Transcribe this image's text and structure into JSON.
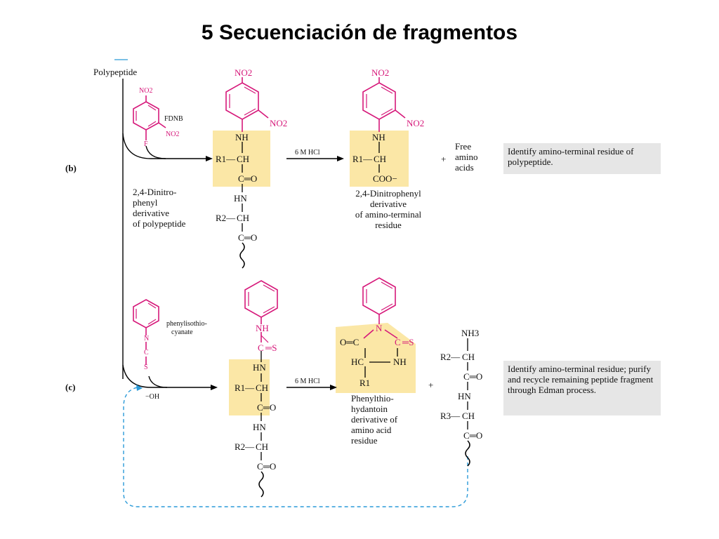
{
  "title": "5 Secuenciación de fragmentos",
  "panel_b": {
    "label": "(b)",
    "polypeptide": "Polypeptide",
    "reagent": "FDNB",
    "reagent_no2_top": "NO2",
    "reagent_no2_side": "NO2",
    "reagent_f": "F",
    "derivative_label": [
      "2,4-Dinitro-",
      "phenyl",
      "derivative",
      "of polypeptide"
    ],
    "acid": "6 M HCl",
    "plus": "+",
    "free_amino_acids": [
      "Free",
      "amino",
      "acids"
    ],
    "product_label": [
      "2,4-Dinitrophenyl",
      "derivative",
      "of amino-terminal",
      "residue"
    ],
    "note": "Identify amino-terminal residue of polypeptide.",
    "struct": {
      "no2_top": "NO2",
      "no2_side": "NO2",
      "nh": "NH",
      "r1": "R1—",
      "ch": "CH",
      "co": "C═O",
      "hn": "HN",
      "r2": "R2—",
      "ch2": "CH",
      "co2": "C═O",
      "coo": "COO−"
    }
  },
  "panel_c": {
    "label": "(c)",
    "reagent": [
      "phenylisothio-",
      "cyanate"
    ],
    "n": "N",
    "c": "C",
    "s": "S",
    "oh": "−OH",
    "acid": "6 M HCl",
    "plus": "+",
    "pth_label": [
      "Phenylthio-",
      "hydantoin",
      "derivative of",
      "amino acid",
      "residue"
    ],
    "note": "Identify amino-terminal residue; purify and recycle remaining peptide fragment through Edman process.",
    "struct": {
      "nh_pink": "NH",
      "c_pink": "C",
      "s_pink": "═S",
      "hn": "HN",
      "r1": "R1—",
      "ch": "CH",
      "co": "C═O",
      "hn2": "HN",
      "r2": "R2—",
      "ch2": "CH",
      "co2": "C═O",
      "pth_n": "N",
      "pth_c": "C",
      "pth_s": "═S",
      "pth_oc": "O═C",
      "pth_hc": "HC",
      "pth_nh": "NH",
      "pth_r1": "R1",
      "nh3": "NH3",
      "r2b": "R2—",
      "chb": "CH",
      "cob": "C═O",
      "hnb": "HN",
      "r3": "R3—",
      "ch3": "CH",
      "co3": "C═O"
    }
  },
  "colors": {
    "pink": "#d6187a",
    "highlight": "#fbe7a6",
    "note_bg": "#e6e6e6",
    "dashed": "#2a9ad8"
  }
}
